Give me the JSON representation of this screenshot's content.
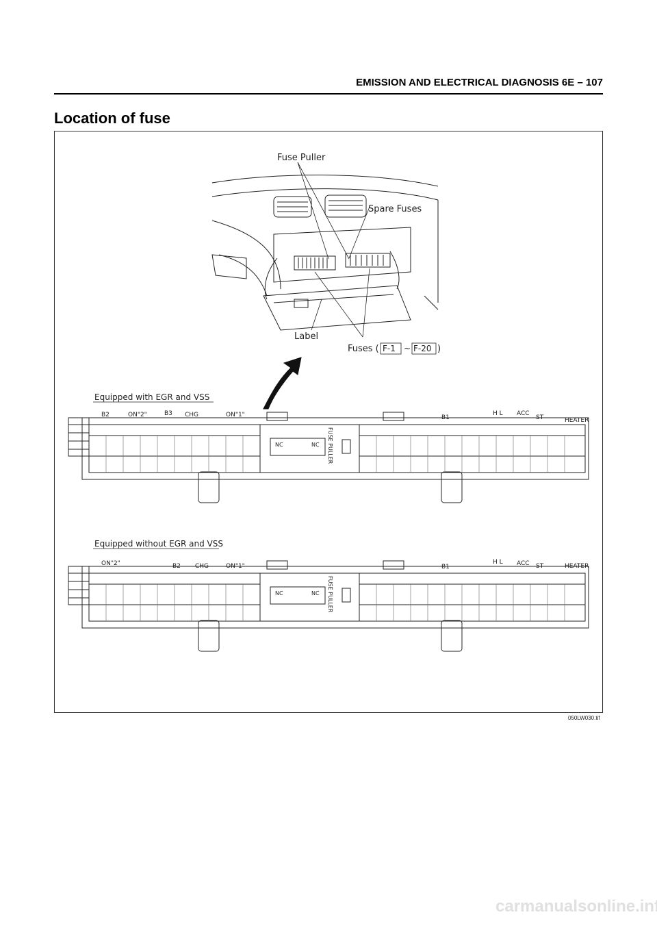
{
  "page": {
    "header": "EMISSION AND ELECTRICAL DIAGNOSIS  6E – 107",
    "section_title": "Location of fuse",
    "figure_code": "050LW030.tif",
    "watermark": "carmanualsonline.info"
  },
  "illustration": {
    "fuse_puller": "Fuse Puller",
    "spare_fuses": "Spare Fuses",
    "label": "Label",
    "fuses_prefix": "Fuses (",
    "fuse_first": "F-1",
    "fuse_sep": "~",
    "fuse_last": "F-20",
    "fuses_suffix": ")"
  },
  "boxes": [
    {
      "caption": "Equipped with EGR and VSS",
      "top_labels": [
        "B2",
        "ON\"2\"",
        "B3",
        "CHG",
        "ON\"1\"",
        "B1",
        "H L",
        "ACC",
        "ST",
        "HEATER"
      ],
      "puller": "FUSE PULLER",
      "nc": [
        "NC",
        "NC"
      ]
    },
    {
      "caption": "Equipped without EGR and VSS",
      "top_labels": [
        "ON\"2\"",
        "B2",
        "CHG",
        "ON\"1\"",
        "B1",
        "H L",
        "ACC",
        "ST",
        "HEATER"
      ],
      "puller": "FUSE PULLER",
      "nc": [
        "NC",
        "NC"
      ]
    }
  ]
}
